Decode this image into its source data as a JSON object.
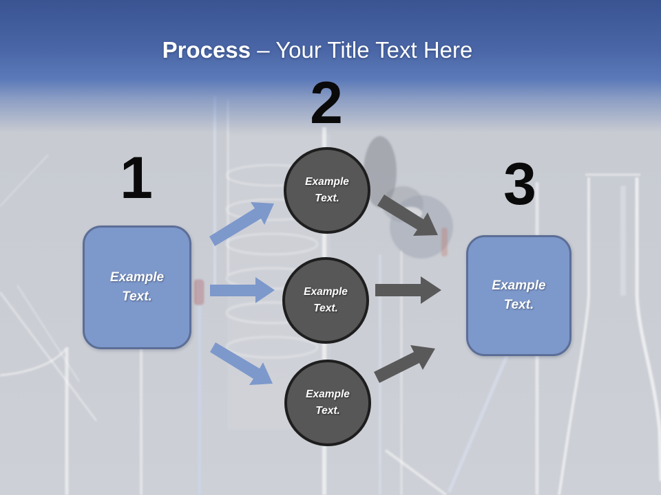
{
  "slide_title": {
    "emphasis": "Process",
    "separator_and_rest": " – Your Title Text Here"
  },
  "steps": {
    "left": {
      "number": "1",
      "label": "Example Text."
    },
    "middle": {
      "number": "2",
      "circles": [
        {
          "label": "Example Text."
        },
        {
          "label": "Example Text."
        },
        {
          "label": "Example Text."
        }
      ]
    },
    "right": {
      "number": "3",
      "label": "Example Text."
    }
  },
  "colors": {
    "header_top": "#3a5492",
    "header_mid": "#5b79b8",
    "box_fill": "#7d98cb",
    "box_border": "#5c6e96",
    "circle_fill": "#575757",
    "circle_border": "#1e1e1e",
    "arrow_blue": "#7d98cb",
    "arrow_gray": "#595959",
    "number": "#0a0a0a",
    "title": "#ffffff",
    "bg": "#c9ccd3"
  }
}
